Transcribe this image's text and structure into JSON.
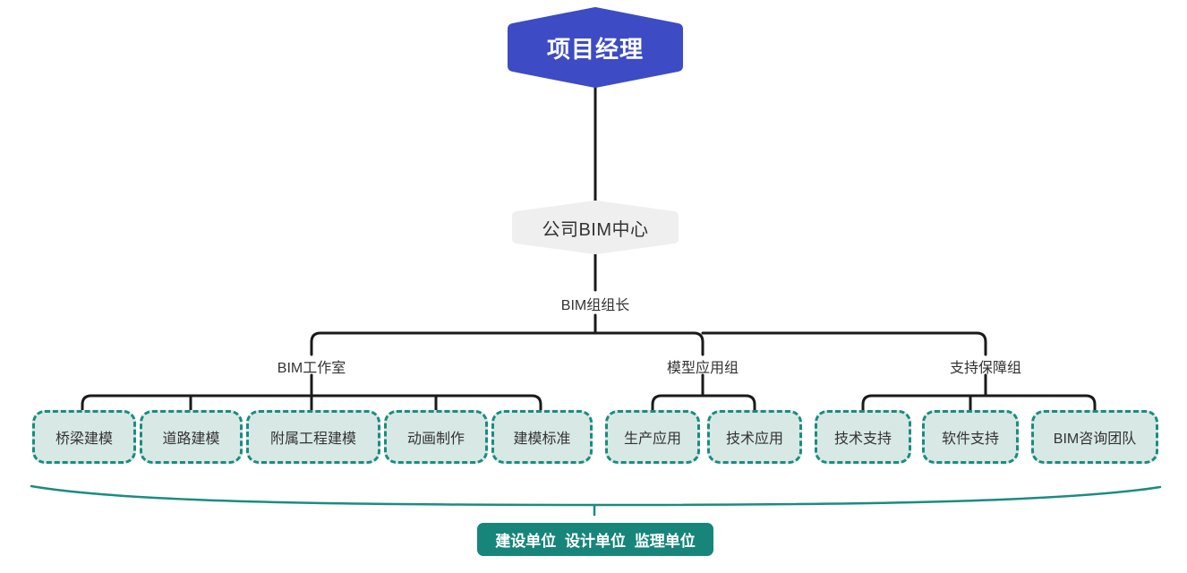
{
  "diagram": {
    "root": {
      "label": "项目经理"
    },
    "bim_center": {
      "label": "公司BIM中心"
    },
    "group_leader": {
      "label": "BIM组组长"
    },
    "groups": [
      {
        "label": "BIM工作室",
        "children": [
          "桥梁建模",
          "道路建模",
          "附属工程建模",
          "动画制作",
          "建模标准"
        ]
      },
      {
        "label": "模型应用组",
        "children": [
          "生产应用",
          "技术应用"
        ]
      },
      {
        "label": "支持保障组",
        "children": [
          "技术支持",
          "软件支持",
          "BIM咨询团队"
        ]
      }
    ],
    "footer": {
      "label": "建设单位 设计单位 监理单位"
    },
    "colors": {
      "root_fill": "#3D4BC4",
      "center_fill": "#EFEFEF",
      "leaf_border": "#1A8C80",
      "leaf_fill": "#D8E8E4",
      "banner_fill": "#17857A",
      "connector_line": "#1A1A1A",
      "brace_line": "#1A8C80"
    }
  }
}
